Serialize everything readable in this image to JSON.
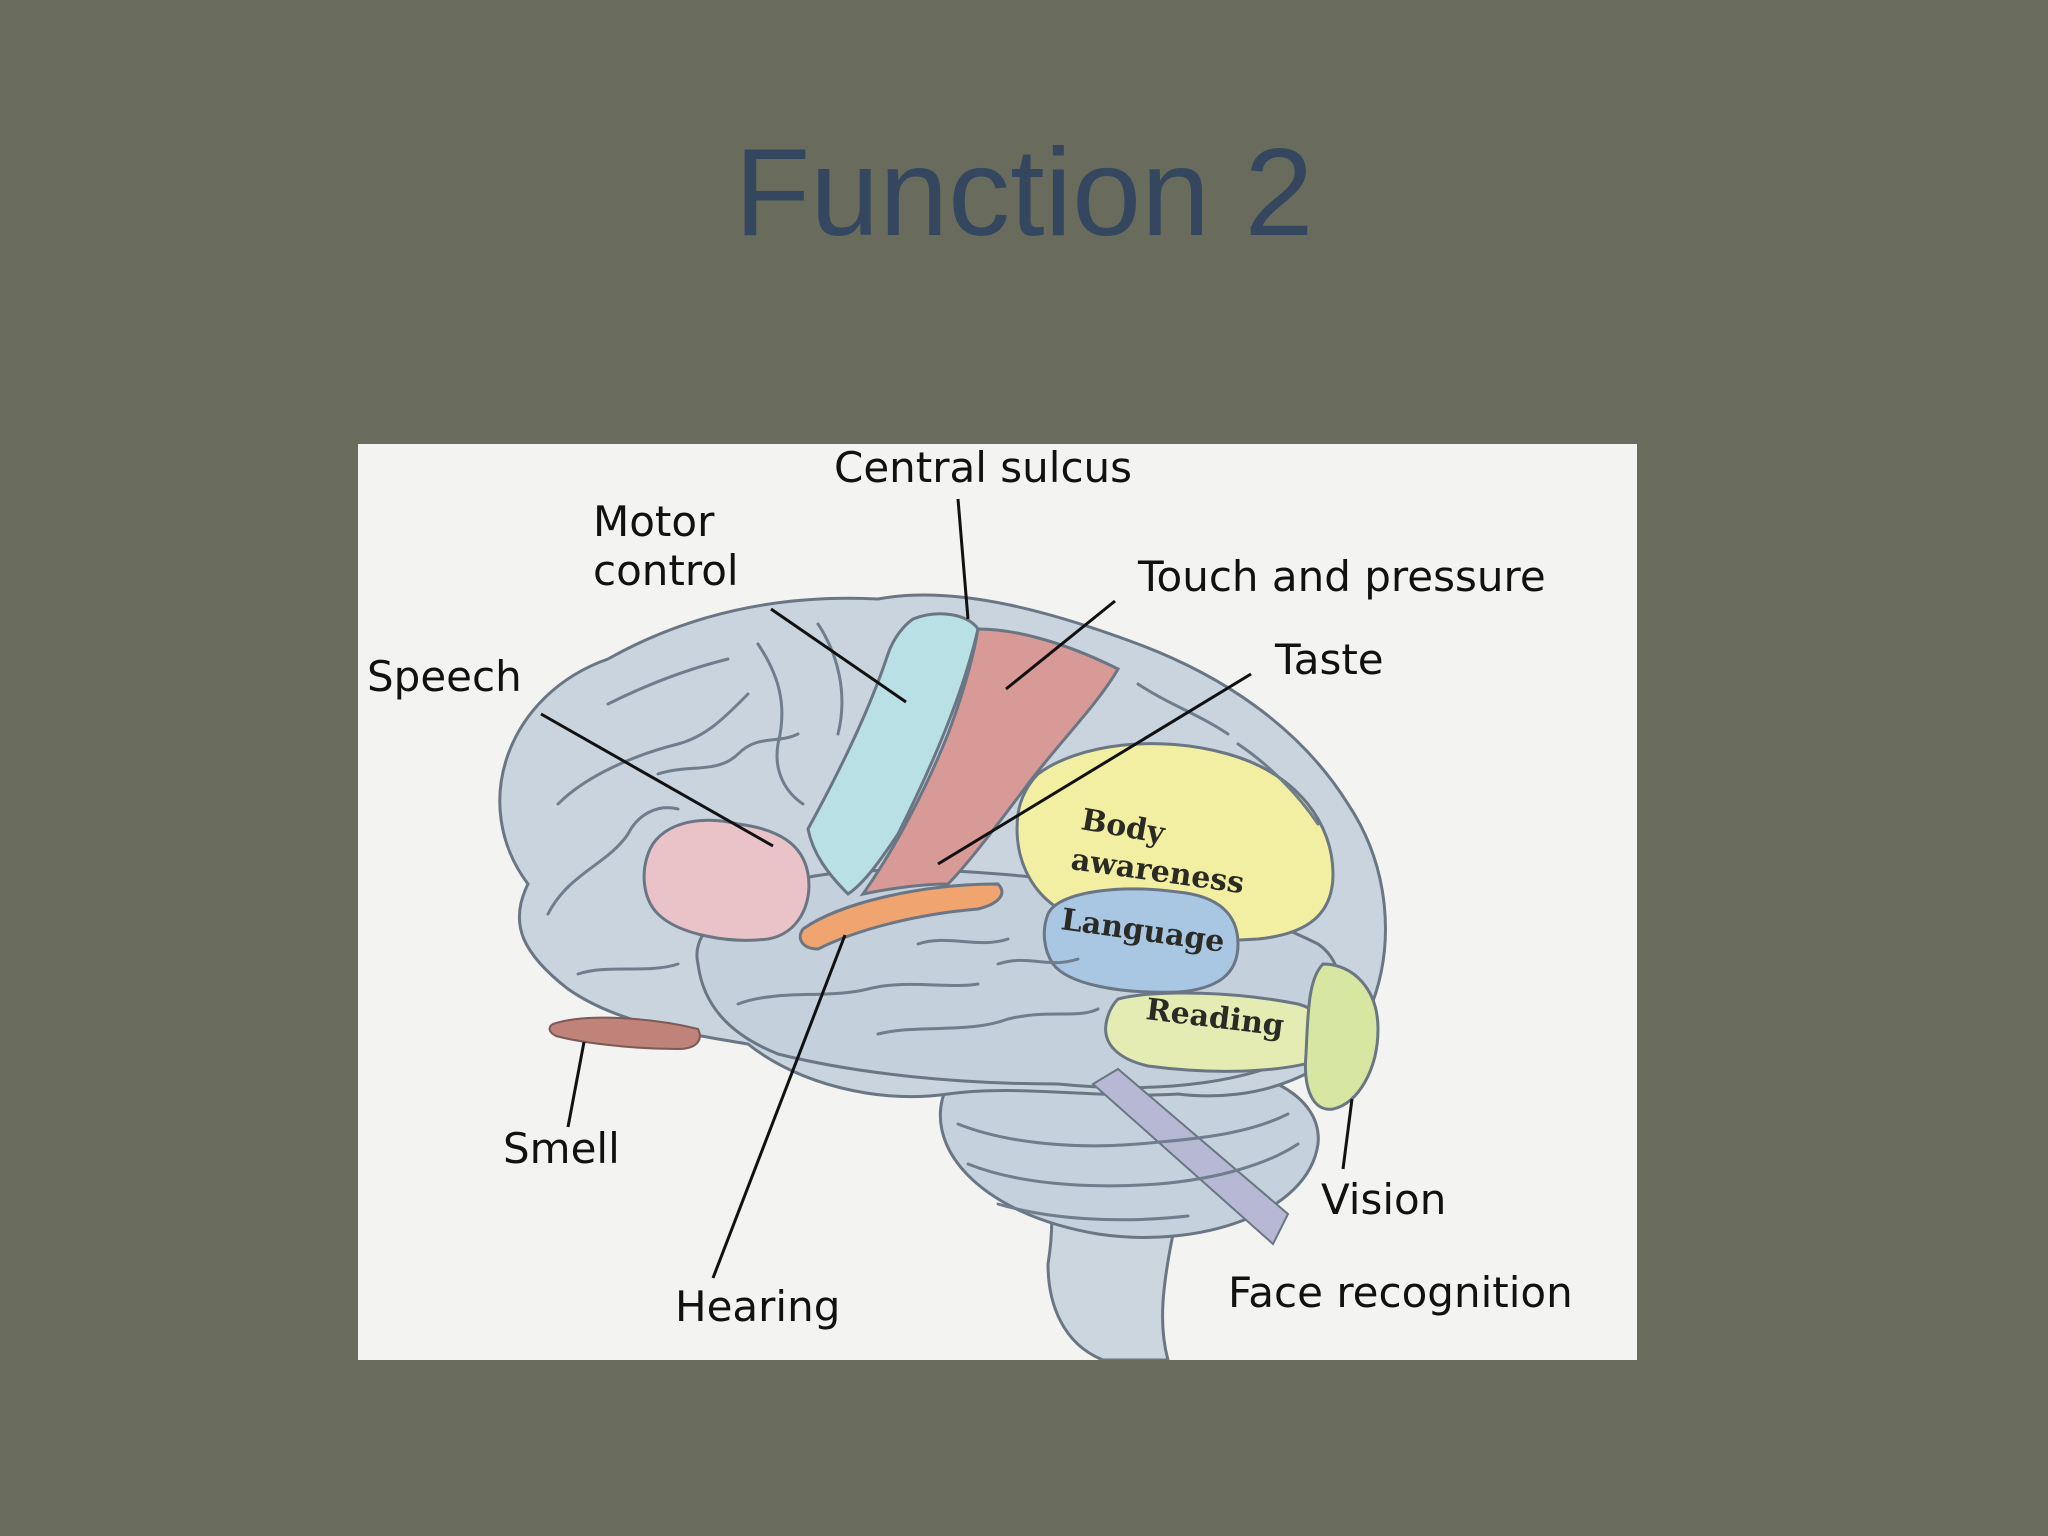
{
  "slide": {
    "title": "Function 2",
    "background_color": "#696b5c",
    "title_color": "#34475f"
  },
  "diagram": {
    "labels": {
      "central_sulcus": "Central sulcus",
      "motor_control_line1": "Motor",
      "motor_control_line2": "control",
      "touch_and_pressure": "Touch and pressure",
      "taste": "Taste",
      "speech": "Speech",
      "smell": "Smell",
      "hearing": "Hearing",
      "vision": "Vision",
      "face_recognition": "Face recognition"
    },
    "region_labels": {
      "body_awareness_line1": "Body",
      "body_awareness_line2": "awareness",
      "language": "Language",
      "reading": "Reading"
    },
    "colors": {
      "cortex": "#c9d4df",
      "motor_strip": "#b9e0e4",
      "sensory_strip": "#d89a96",
      "speech_area": "#e9c3c8",
      "hearing_area": "#f0a46f",
      "body_awareness_area": "#f3efa2",
      "language_area": "#a9c6e3",
      "reading_area": "#e4ecb4",
      "vision_area": "#d7e6a0",
      "face_recognition_band": "#b7b8d4",
      "smell_bulb": "#c0837a",
      "cerebellum": "#c5d1dc",
      "brainstem": "#ccd6df"
    }
  }
}
